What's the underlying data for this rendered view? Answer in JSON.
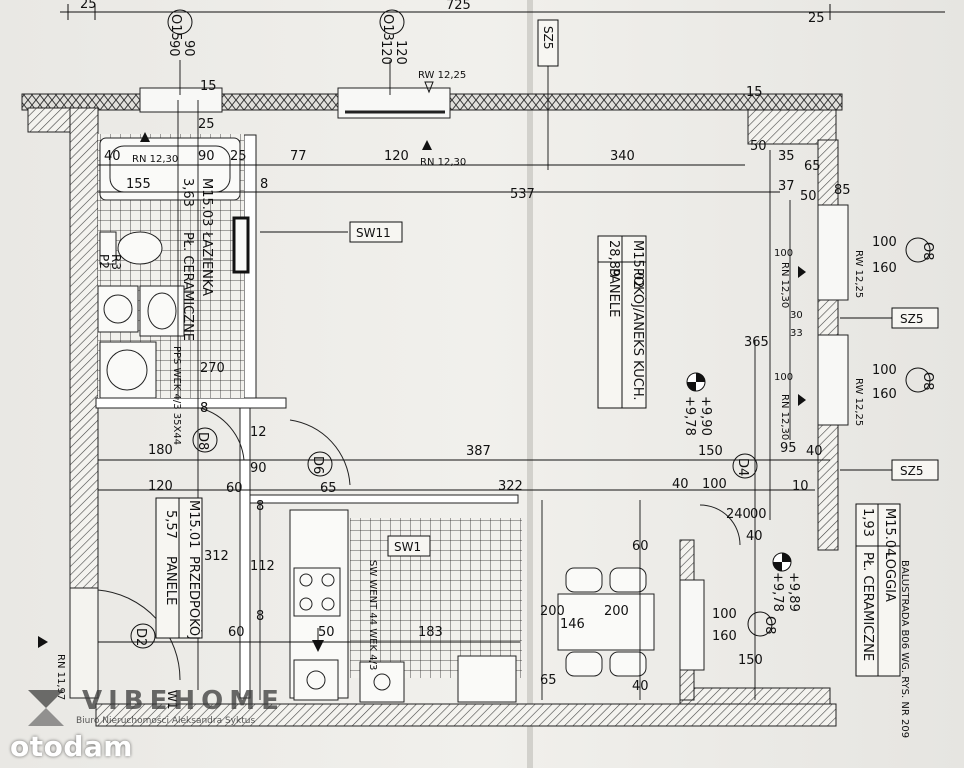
{
  "rooms": {
    "living": {
      "code": "M15.02",
      "name": "POKÓJ/ANEKS KUCH.",
      "area": "28,89",
      "floor": "PANELE"
    },
    "bath": {
      "code": "M15.03",
      "name": "ŁAZIENKA",
      "area": "3,63",
      "floor": "PŁ. CERAMICZNE"
    },
    "hall": {
      "code": "M15.01",
      "name": "PRZEDPOKÓJ",
      "area": "5,57",
      "floor": "PANELE"
    },
    "loggia": {
      "code": "M15.04",
      "name": "LOGGIA",
      "area": "1,93",
      "floor": "PŁ. CERAMICZNE"
    }
  },
  "elevations": {
    "main_top": "+9,90",
    "main_bottom": "+9,78",
    "loggia_top": "+9,89",
    "loggia_bottom": "+9,78"
  },
  "tags": {
    "sw11": "SW11",
    "sw1": "SW1",
    "sz5": "SZ5",
    "r3": "R3",
    "p2": "P2",
    "w1": "W1"
  },
  "windows": {
    "o15": {
      "id": "O15",
      "w": "90",
      "h": "90"
    },
    "o13": {
      "id": "O13",
      "w": "120",
      "h": "120"
    },
    "o8a": {
      "id": "O8",
      "w": "100",
      "h": "160"
    },
    "o8b": {
      "id": "O8",
      "w": "100",
      "h": "160"
    },
    "o8c": {
      "id": "O8",
      "w": "100",
      "h": "160"
    }
  },
  "doors": {
    "d8": "D8",
    "d6": "D6",
    "d2": "D2",
    "d4": "D4"
  },
  "levels": {
    "rw1": "RW 12,25",
    "rn1": "RN 12,30",
    "rn2": "RN 12,30",
    "rn3": "RN 11,97",
    "rw2": "RW 12,25",
    "rw3": "RW 12,25",
    "rn4": "RN 12,30",
    "rn5": "RN 12,30"
  },
  "dims": {
    "top_total": "725",
    "top_l": "25",
    "top_r": "25",
    "d15": "15",
    "d15b": "15",
    "d25": "25",
    "d40": "40",
    "d90": "90",
    "d25b": "25",
    "d77": "77",
    "d120": "120",
    "d340": "340",
    "d155": "155",
    "d8": "8",
    "d537": "537",
    "d50": "50",
    "d35": "35",
    "d37": "37",
    "d65": "65",
    "d50b": "50",
    "d85": "85",
    "d100a": "100",
    "d30": "30",
    "d33": "33",
    "d365": "365",
    "d100b": "100",
    "d95": "95",
    "d270": "270",
    "d180": "180",
    "d387": "387",
    "d150": "150",
    "d40b": "40",
    "d12": "12",
    "d90b": "90",
    "d120b": "120",
    "d60": "60",
    "d65b": "65",
    "d322": "322",
    "d40c": "40",
    "d100c": "100",
    "d10": "10",
    "d240": "240",
    "d00": "00",
    "d112": "112",
    "d312": "312",
    "d60b": "60",
    "d50c": "50",
    "d183": "183",
    "d200": "200",
    "d146": "146",
    "d200b": "200",
    "d60c": "60",
    "d40d": "40",
    "d65c": "65",
    "d150b": "150",
    "d40e": "40",
    "d8b": "8",
    "d8c": "8",
    "d8d": "8"
  },
  "notes": {
    "balustrade": "BALUSTRADA B06 WG. RYS. NR 209",
    "pps": "PPS WEK 4/3 35X44",
    "sw_vert": "SW WENT 44 WEK 4/3"
  },
  "branding": {
    "logo": "VIBEHOME",
    "sub": "Biuro Nieruchomości Aleksandra Syktus",
    "site": "otodam"
  }
}
